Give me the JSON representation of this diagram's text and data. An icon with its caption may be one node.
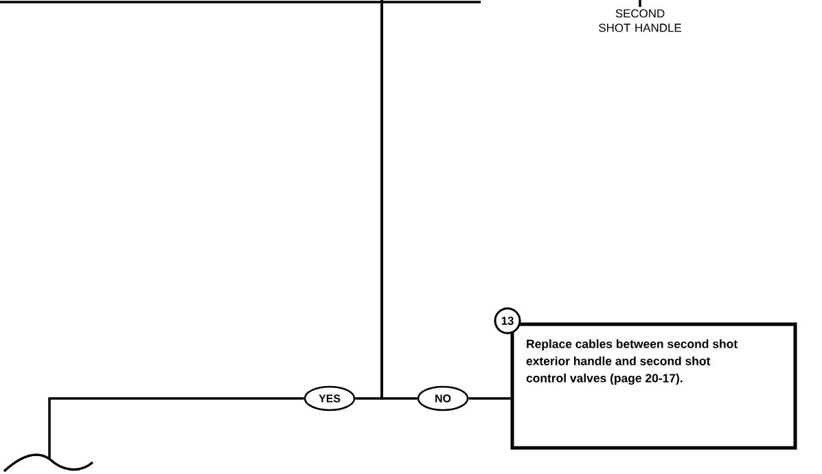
{
  "diagram": {
    "nodes": [
      {
        "text": [
          "YES"
        ]
      },
      {
        "text": [
          "NO"
        ]
      },
      {
        "text": [
          "Replace cables between second shot exterior handle and second shot control valves (page 20-17)."
        ]
      },
      {
        "text": [
          "13"
        ]
      },
      {
        "text": [
          "SECOND SHOT HANDLE"
        ]
      }
    ],
    "edges": [
      {
        "from": null,
        "to": 0,
        "arrow": "none"
      },
      {
        "from": null,
        "to": 1,
        "arrow": "none"
      },
      {
        "from": 1,
        "to": 2,
        "arrow": "none"
      },
      {
        "from": 0,
        "to": null,
        "arrow": "none"
      },
      {
        "from": 4,
        "to": null,
        "arrow": "none"
      }
    ]
  }
}
